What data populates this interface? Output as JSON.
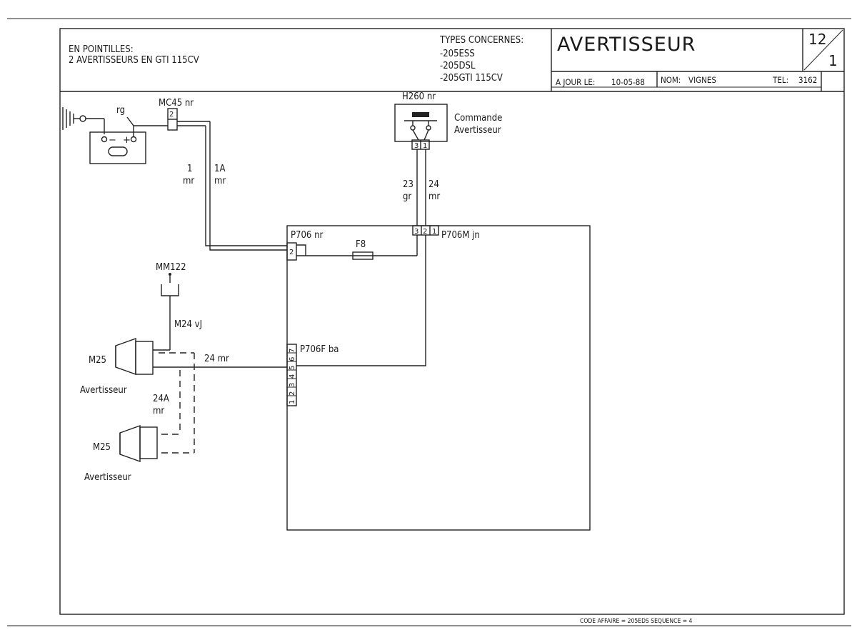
{
  "title_block": {
    "note_line1": "EN POINTILLES:",
    "note_line2": "2 AVERTISSEURS EN GTI 115CV",
    "types_heading": "TYPES CONCERNES:",
    "types": [
      "-205ESS",
      "-205DSL",
      "-205GTI 115CV"
    ],
    "title": "AVERTISSEUR",
    "page_num": "12",
    "page_den": "1",
    "date_label": "A JOUR LE:",
    "date_value": "10-05-88",
    "name_label": "NOM:",
    "name_value": "VIGNES",
    "tel_label": "TEL:",
    "tel_value": "3162"
  },
  "components": {
    "battery_label": "rg",
    "mc45": "MC45 nr",
    "mc45_pin": "2",
    "h260": "H260 nr",
    "h260_desc1": "Commande",
    "h260_desc2": "Avertisseur",
    "h260_pins": [
      "3",
      "1"
    ],
    "mm122": "MM122",
    "m25_top": "M25",
    "m25_top_desc": "Avertisseur",
    "m25_bottom": "M25",
    "m25_bottom_desc": "Avertisseur",
    "p706": "P706 nr",
    "p706_pin": "2",
    "fuse": "F8",
    "p706m": "P706M jn",
    "p706m_pins": [
      "3",
      "2",
      "1"
    ],
    "p706f": "P706F ba",
    "p706f_pins": [
      "1",
      "2",
      "3",
      "4",
      "5",
      "6",
      "7"
    ]
  },
  "wires": {
    "w1_num": "1",
    "w1_col": "mr",
    "w1a_num": "1A",
    "w1a_col": "mr",
    "w23_num": "23",
    "w23_col": "gr",
    "w24_num": "24",
    "w24_col": "mr",
    "m24": "M24 vJ",
    "w24mr": "24 mr",
    "w24a_num": "24A",
    "w24a_col": "mr"
  },
  "footer": "CODE AFFAIRE = 205EDS SEQUENCE = 4"
}
